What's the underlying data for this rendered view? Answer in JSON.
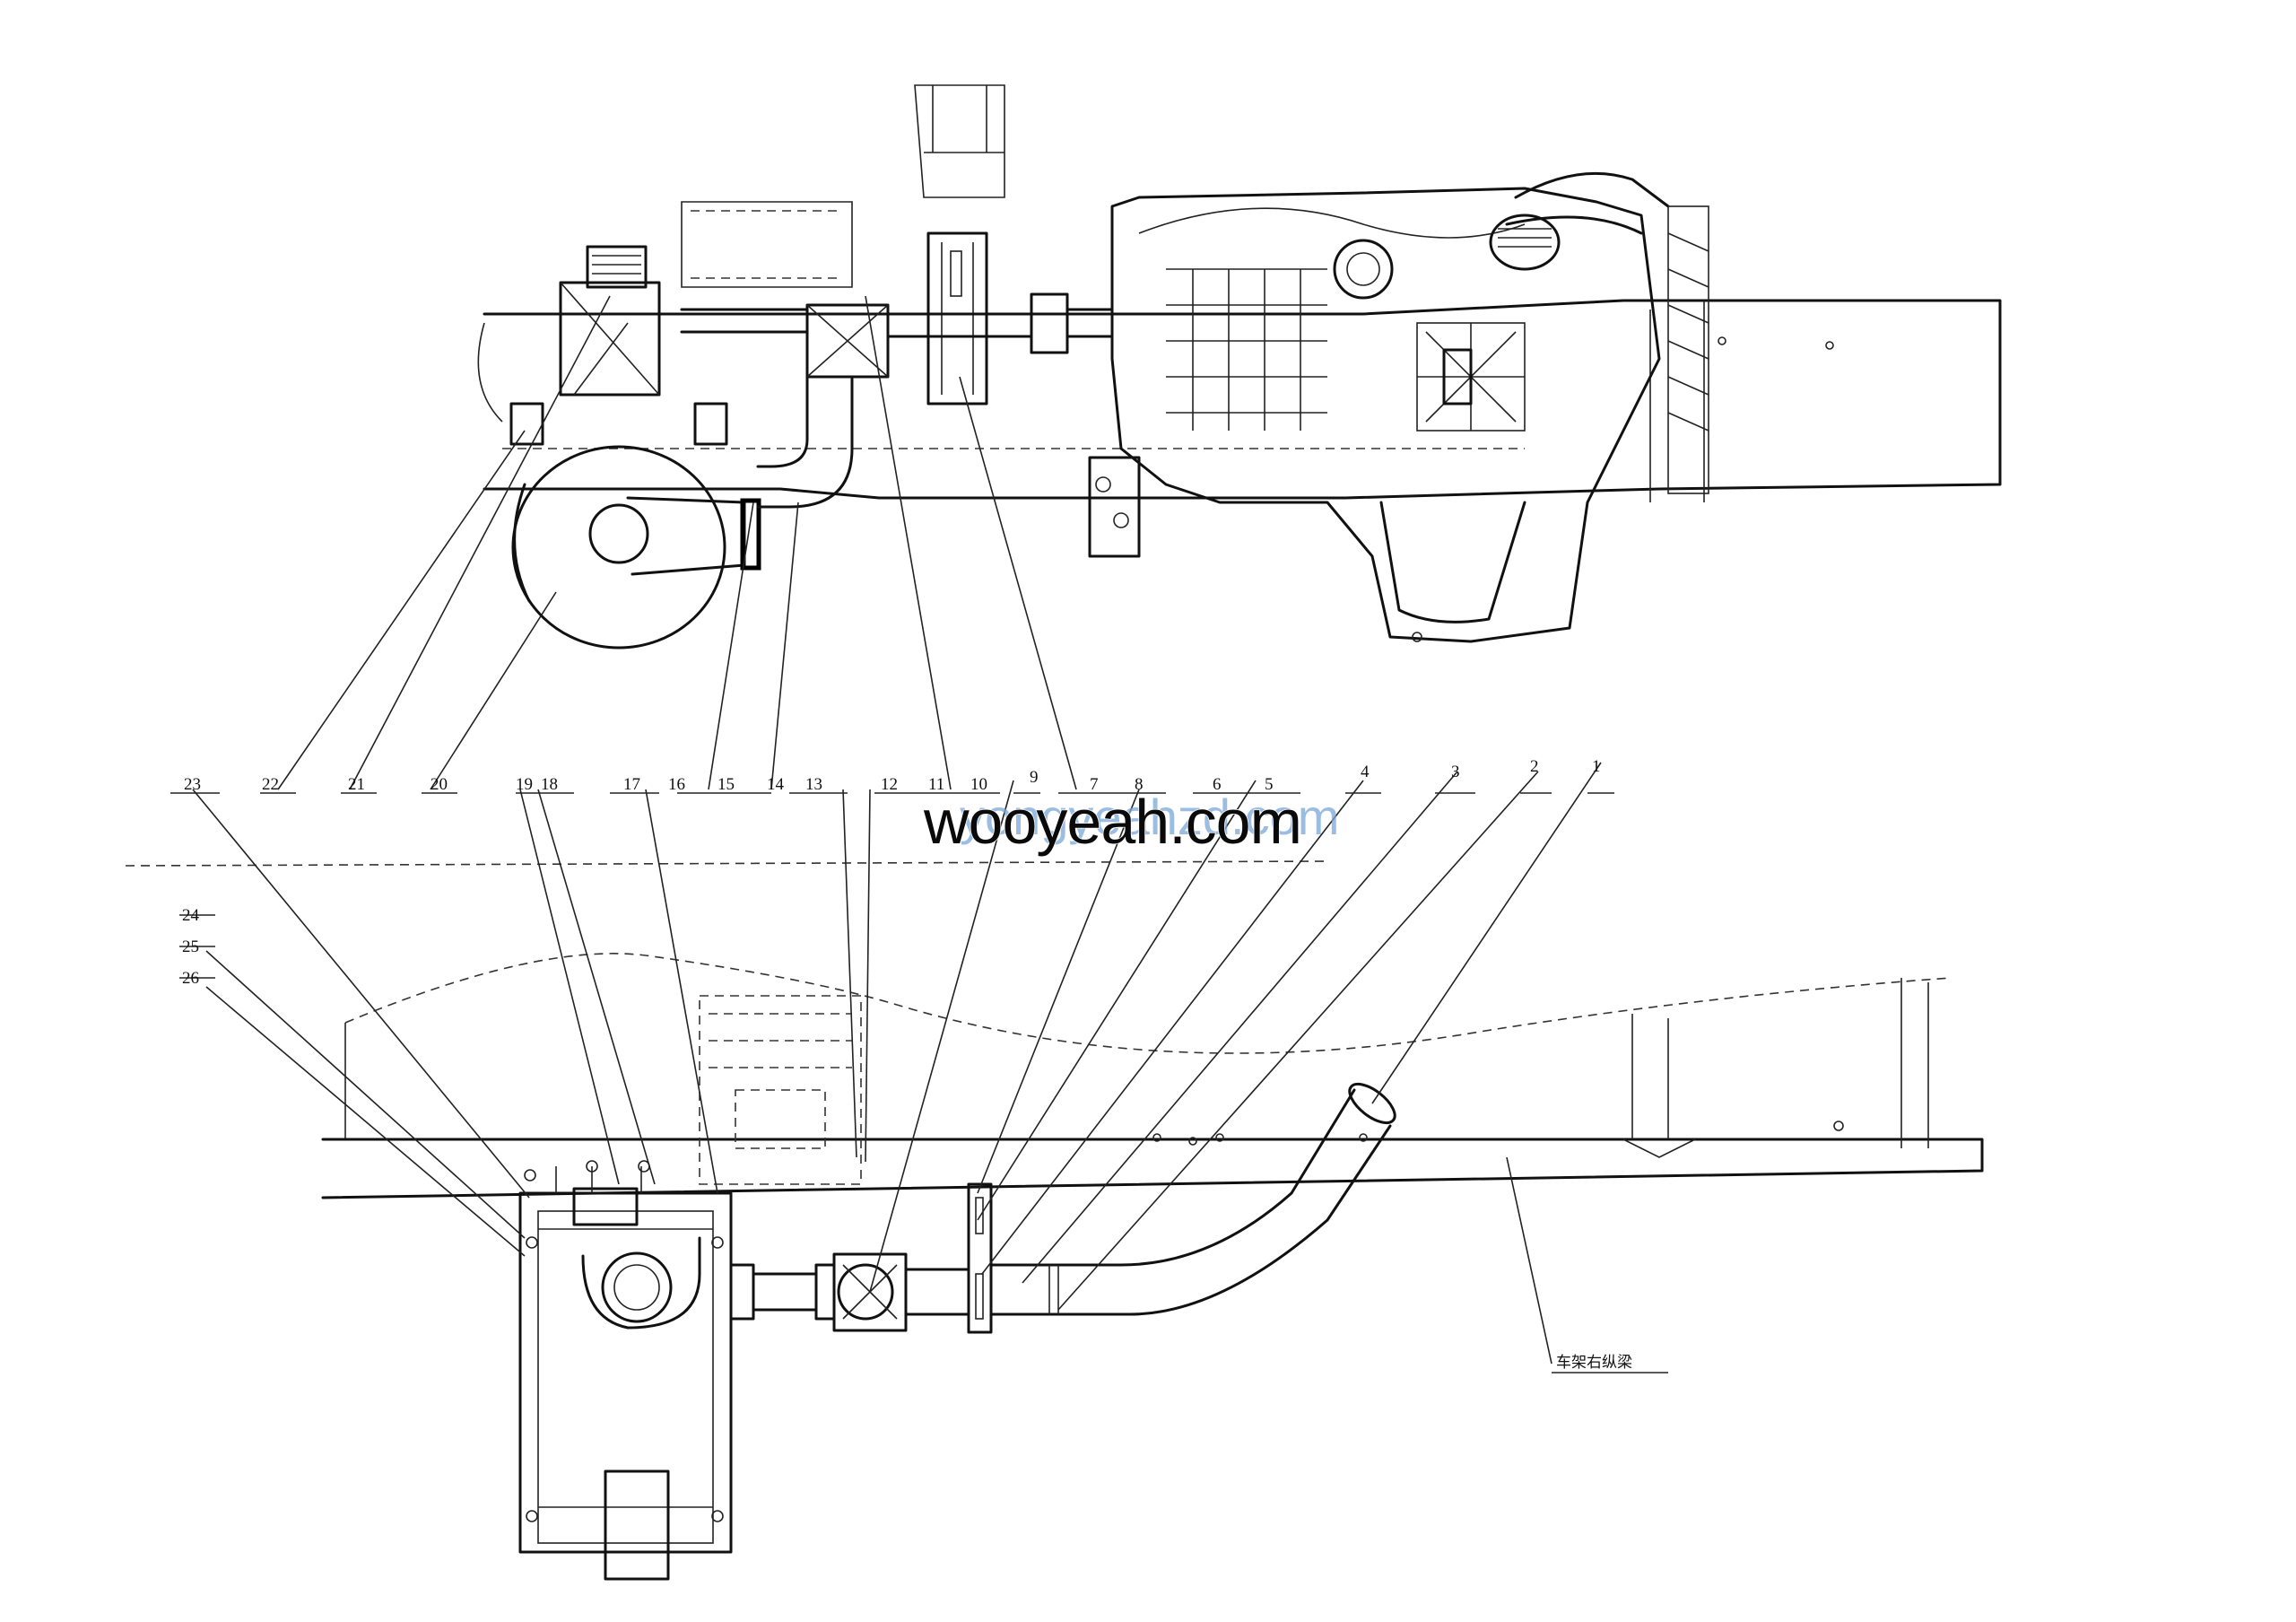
{
  "callouts": {
    "top_row": [
      "23",
      "22",
      "21",
      "20",
      "19",
      "18",
      "17",
      "16",
      "15",
      "14",
      "13",
      "12",
      "11",
      "10",
      "9",
      "7",
      "8",
      "6",
      "5",
      "4",
      "3",
      "2",
      "1"
    ],
    "left_stack": [
      "24",
      "25",
      "26"
    ]
  },
  "annotation_frame_right_rail": "车架右纵梁",
  "watermark": {
    "primary": "wooyeah.com",
    "secondary": "yongyeahzd.com"
  },
  "colors": {
    "line": "#111111",
    "background": "#ffffff",
    "watermark_secondary": "#7aa7d8"
  }
}
